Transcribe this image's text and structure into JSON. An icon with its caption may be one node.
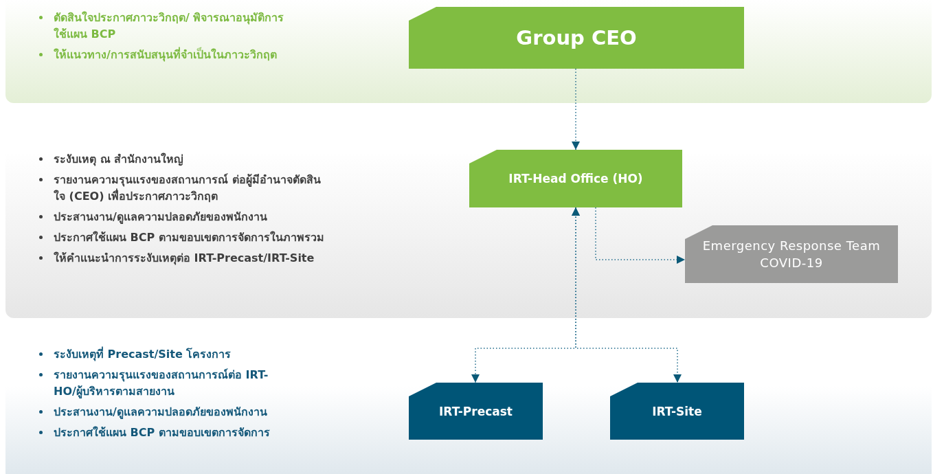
{
  "diagram": {
    "nodes": [
      {
        "text": [
          "ตัดสินใจประกาศภาวะวิกฤต/ พิจารณาอนุมัติการใช้แผน BCP",
          "ให้แนวทาง/การสนับสนุนที่จำเป็นในภาวะวิกฤต"
        ]
      },
      {
        "text": [
          "Group CEO"
        ],
        "in": 0
      },
      {
        "text": [
          "ระงับเหตุ ณ สำนักงานใหญ่",
          "รายงานความรุนแรงของสถานการณ์ ต่อผู้มีอำนาจตัดสินใจ (CEO) เพื่อประกาศภาวะวิกฤต",
          "ประสานงาน/ดูแลความปลอดภัยของพนักงาน",
          "ประกาศใช้แผน BCP ตามขอบเขตการจัดการในภาพรวม",
          "ให้คำแนะนำการระงับเหตุต่อ IRT-Precast/IRT-Site"
        ]
      },
      {
        "text": [
          "IRT-Head Office (HO)"
        ],
        "in": 2
      },
      {
        "text": [
          "Emergency Response Team COVID-19"
        ],
        "in": 2
      },
      {
        "text": [
          "ระงับเหตุที่ Precast/Site โครงการ",
          "รายงานความรุนแรงของสถานการณ์ต่อ IRT-HO/ผู้บริหารตามสายงาน",
          "ประสานงาน/ดูแลความปลอดภัยของพนักงาน",
          "ประกาศใช้แผน BCP ตามขอบเขตการจัดการ"
        ]
      },
      {
        "text": [
          "IRT-Precast"
        ],
        "in": 5
      },
      {
        "text": [
          "IRT-Site"
        ],
        "in": 5
      }
    ],
    "edges": [
      {
        "from": 1,
        "to": 3,
        "arrow": "to"
      },
      {
        "from": 3,
        "to": 4,
        "arrow": "to"
      },
      {
        "from": 3,
        "to": 6,
        "arrow": "both"
      },
      {
        "from": 3,
        "to": 7,
        "arrow": "both"
      }
    ]
  }
}
